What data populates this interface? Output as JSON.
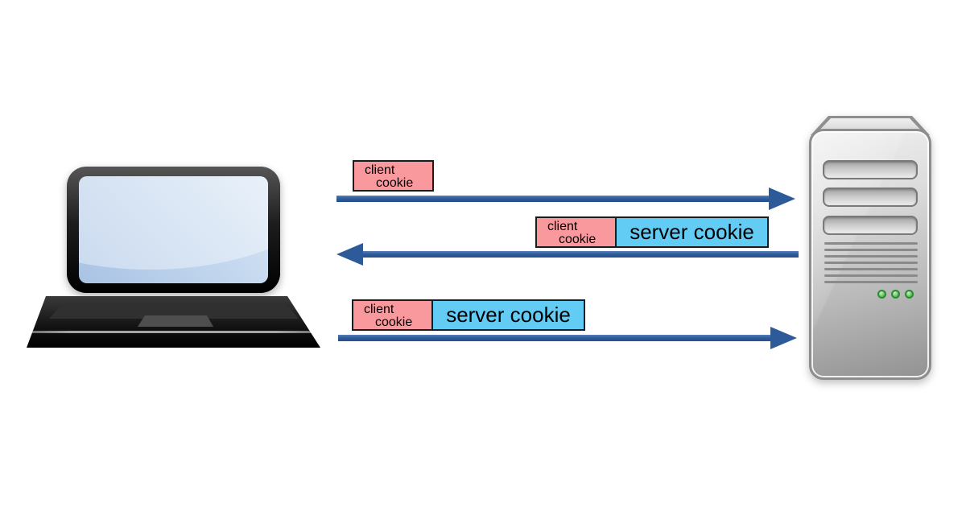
{
  "diagram": {
    "type": "client-server-cookie-exchange",
    "nodes": [
      {
        "id": "client",
        "icon": "laptop-icon"
      },
      {
        "id": "server",
        "icon": "server-tower-icon"
      }
    ],
    "messages": [
      {
        "name": "request-with-client-cookie",
        "direction": "client-to-server",
        "tokens": [
          {
            "kind": "client-cookie",
            "line1": "client",
            "line2": "cookie"
          }
        ]
      },
      {
        "name": "response-with-client-and-server-cookie",
        "direction": "server-to-client",
        "tokens": [
          {
            "kind": "client-cookie",
            "line1": "client",
            "line2": "cookie"
          },
          {
            "kind": "server-cookie",
            "text": "server cookie"
          }
        ]
      },
      {
        "name": "request-with-client-and-server-cookie",
        "direction": "client-to-server",
        "tokens": [
          {
            "kind": "client-cookie",
            "line1": "client",
            "line2": "cookie"
          },
          {
            "kind": "server-cookie",
            "text": "server cookie"
          }
        ]
      }
    ]
  },
  "colors": {
    "client_cookie_bg": "#f9999e",
    "server_cookie_bg": "#63ccf5",
    "box_border": "#1b1b1b",
    "arrow_blue": "#2d5a99",
    "led_green": "#5ac25c",
    "server_gray": "#b9b9b9",
    "screen_blue": "#c3d7ee"
  }
}
